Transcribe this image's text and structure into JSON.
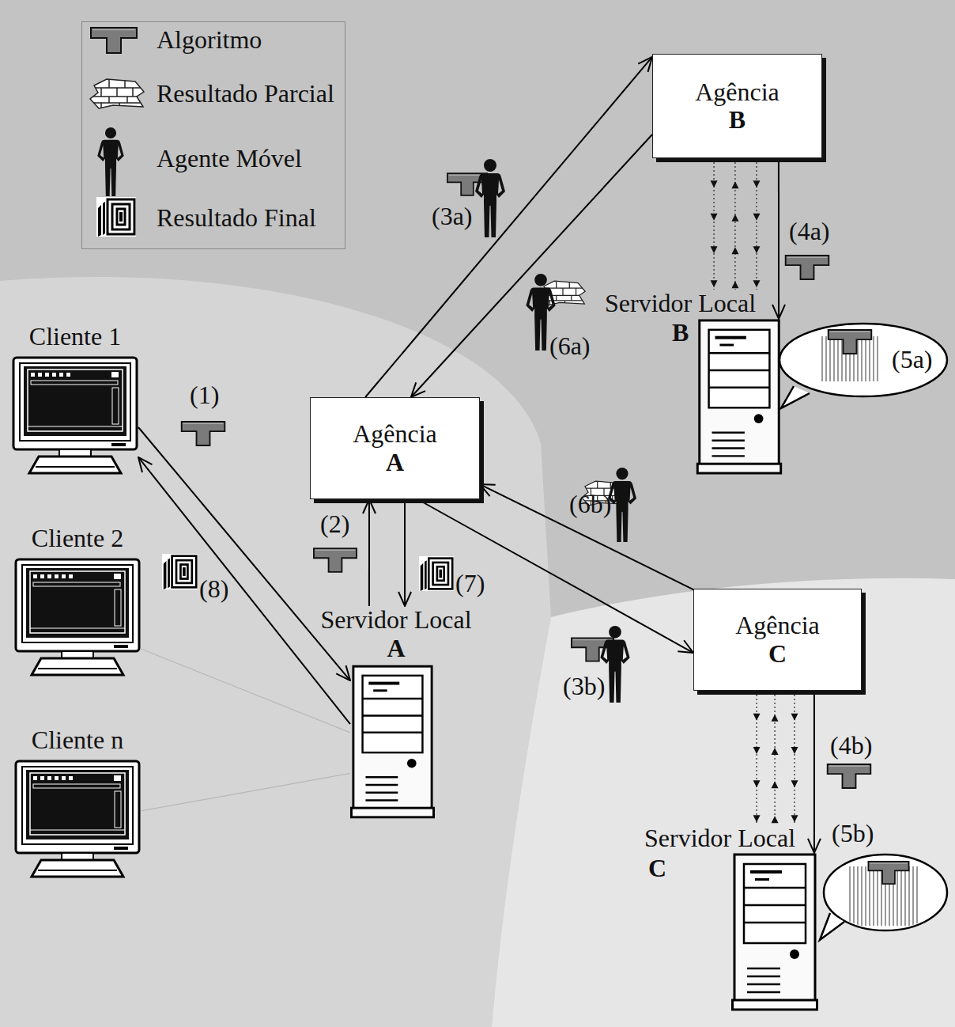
{
  "diagram": {
    "nodes": [
      {
        "text": [
          "Cliente 1"
        ]
      },
      {
        "text": [
          "Cliente 2"
        ]
      },
      {
        "text": [
          "Cliente n"
        ]
      },
      {
        "text": [
          "Agência",
          "A"
        ]
      },
      {
        "text": [
          "Servidor Local",
          "A"
        ]
      },
      {
        "text": [
          "Agência",
          "B"
        ]
      },
      {
        "text": [
          "Servidor Local",
          "B"
        ]
      },
      {
        "text": [
          "Agência",
          "C"
        ]
      },
      {
        "text": [
          "Servidor Local",
          "C"
        ]
      }
    ],
    "edges": [
      {
        "from": 0,
        "to": 4,
        "label": "(1)",
        "arrow": "to"
      },
      {
        "from": 4,
        "to": 3,
        "label": "(2)",
        "arrow": "to"
      },
      {
        "from": 3,
        "to": 5,
        "label": "(3a)",
        "arrow": "to"
      },
      {
        "from": 3,
        "to": 7,
        "label": "(3b)",
        "arrow": "to"
      },
      {
        "from": 5,
        "to": 6,
        "label": "(4a)",
        "arrow": "to"
      },
      {
        "from": 7,
        "to": 8,
        "label": "(4b)",
        "arrow": "to"
      },
      {
        "from": 5,
        "to": 3,
        "label": "(6a)",
        "arrow": "to"
      },
      {
        "from": 7,
        "to": 3,
        "label": "(6b)",
        "arrow": "to"
      },
      {
        "from": 3,
        "to": 4,
        "label": "(7)",
        "arrow": "to"
      },
      {
        "from": 4,
        "to": 0,
        "label": "(8)",
        "arrow": "to"
      },
      {
        "from": 5,
        "to": 6,
        "arrow": "both"
      },
      {
        "from": 7,
        "to": 8,
        "arrow": "both"
      },
      {
        "from": 1,
        "to": 4,
        "arrow": "none"
      },
      {
        "from": 2,
        "to": 4,
        "arrow": "none"
      }
    ],
    "labels": [
      "(5a)",
      "(5b)"
    ],
    "legend": [
      {
        "text": "Algoritmo"
      },
      {
        "text": "Resultado Parcial"
      },
      {
        "text": "Agente Móvel"
      },
      {
        "text": "Resultado Final"
      }
    ]
  }
}
